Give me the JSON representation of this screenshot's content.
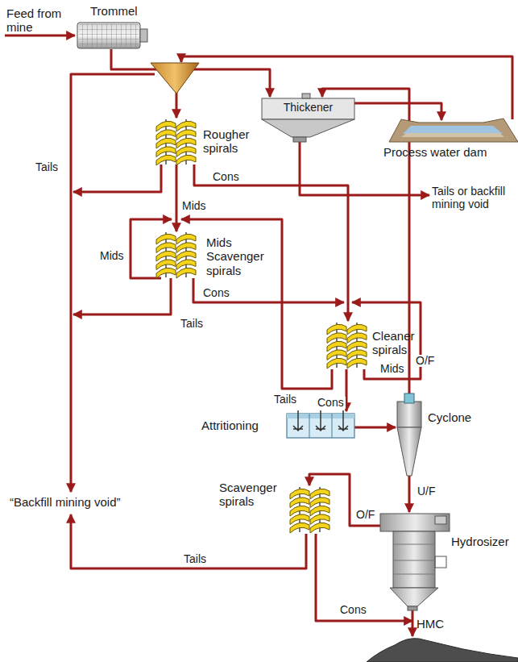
{
  "diagram": {
    "nodes": [
      {
        "text": [
          "Feed from mine"
        ]
      },
      {
        "text": [
          "Trommel"
        ]
      },
      {
        "text": [
          "Rougher spirals"
        ]
      },
      {
        "text": [
          "Thickener"
        ]
      },
      {
        "text": [
          "Process water dam"
        ]
      },
      {
        "text": [
          "Tails or backfill mining void"
        ]
      },
      {
        "text": [
          "Mids Scavenger spirals"
        ]
      },
      {
        "text": [
          "Cleaner spirals"
        ]
      },
      {
        "text": [
          "“Backfill mining void”"
        ]
      },
      {
        "text": [
          "Attritioning"
        ]
      },
      {
        "text": [
          "Cyclone"
        ]
      },
      {
        "text": [
          "Hydrosizer"
        ]
      },
      {
        "text": [
          "Scavenger spirals"
        ]
      },
      {
        "text": [
          "HMC"
        ]
      }
    ],
    "edges": [
      {
        "from": 0,
        "to": 1,
        "arrow": "to"
      },
      {
        "from": 1,
        "to": 2,
        "arrow": "to"
      },
      {
        "from": 1,
        "to": 3,
        "arrow": "to"
      },
      {
        "from": 4,
        "to": 1,
        "arrow": "to"
      },
      {
        "from": 3,
        "to": 4,
        "arrow": "to"
      },
      {
        "from": 3,
        "to": 5,
        "arrow": "to"
      },
      {
        "from": 1,
        "to": 8,
        "label": "Tails",
        "arrow": "to"
      },
      {
        "from": 2,
        "to": 8,
        "arrow": "to"
      },
      {
        "from": 2,
        "to": 6,
        "label": "Mids",
        "arrow": "to"
      },
      {
        "from": 2,
        "to": 7,
        "label": "Cons",
        "arrow": "to"
      },
      {
        "from": 6,
        "to": 6,
        "label": "Mids",
        "arrow": "to"
      },
      {
        "from": 6,
        "to": 8,
        "label": "Tails",
        "arrow": "to"
      },
      {
        "from": 6,
        "to": 7,
        "label": "Cons",
        "arrow": "to"
      },
      {
        "from": 7,
        "to": 6,
        "label": "Tails",
        "arrow": "to"
      },
      {
        "from": 7,
        "to": 7,
        "label": "Mids",
        "arrow": "to"
      },
      {
        "from": 7,
        "to": 9,
        "label": "Cons",
        "arrow": "to"
      },
      {
        "from": 9,
        "to": 10,
        "arrow": "to"
      },
      {
        "from": 10,
        "to": 3,
        "label": "O/F",
        "arrow": "to"
      },
      {
        "from": 10,
        "to": 11,
        "label": "U/F",
        "arrow": "to"
      },
      {
        "from": 11,
        "to": 12,
        "label": "O/F",
        "arrow": "to"
      },
      {
        "from": 12,
        "to": 8,
        "label": "Tails",
        "arrow": "to"
      },
      {
        "from": 11,
        "to": 13,
        "label": "Cons",
        "arrow": "to"
      },
      {
        "from": 12,
        "to": 13,
        "arrow": "to"
      }
    ]
  }
}
